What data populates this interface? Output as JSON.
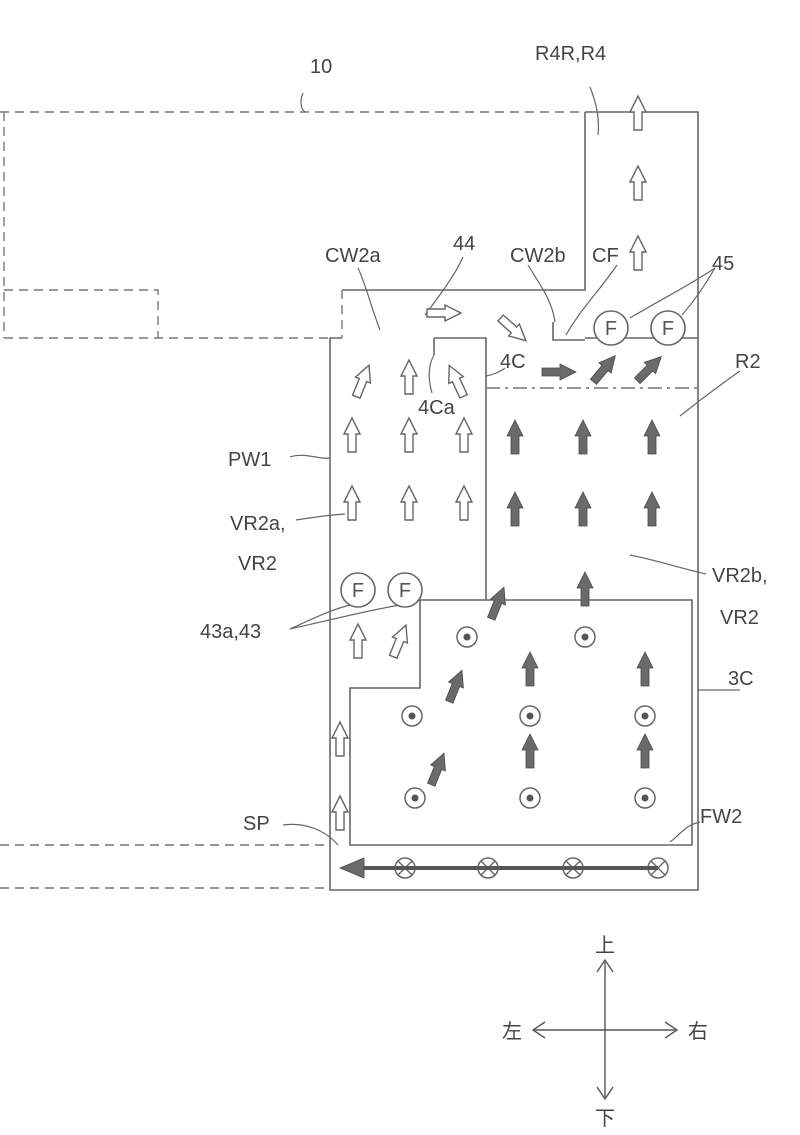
{
  "labels": {
    "ref_10": "10",
    "r4r_r4": "R4R,R4",
    "cw2a": "CW2a",
    "ref_44": "44",
    "cw2b": "CW2b",
    "cf": "CF",
    "ref_45": "45",
    "ref_4c": "4C",
    "ref_4ca": "4Ca",
    "r2": "R2",
    "pw1": "PW1",
    "vr2a": "VR2a,",
    "vr2a_2": "VR2",
    "vr2b": "VR2b,",
    "vr2b_2": "VR2",
    "ref_43": "43a,43",
    "ref_3c": "3C",
    "fw2": "FW2",
    "sp": "SP"
  },
  "fan_symbol": "F",
  "directions": {
    "up": "上",
    "down": "下",
    "left": "左",
    "right": "右"
  },
  "colors": {
    "line": "#666666",
    "solid_arrow": "#6a6a6a",
    "text": "#444444"
  }
}
